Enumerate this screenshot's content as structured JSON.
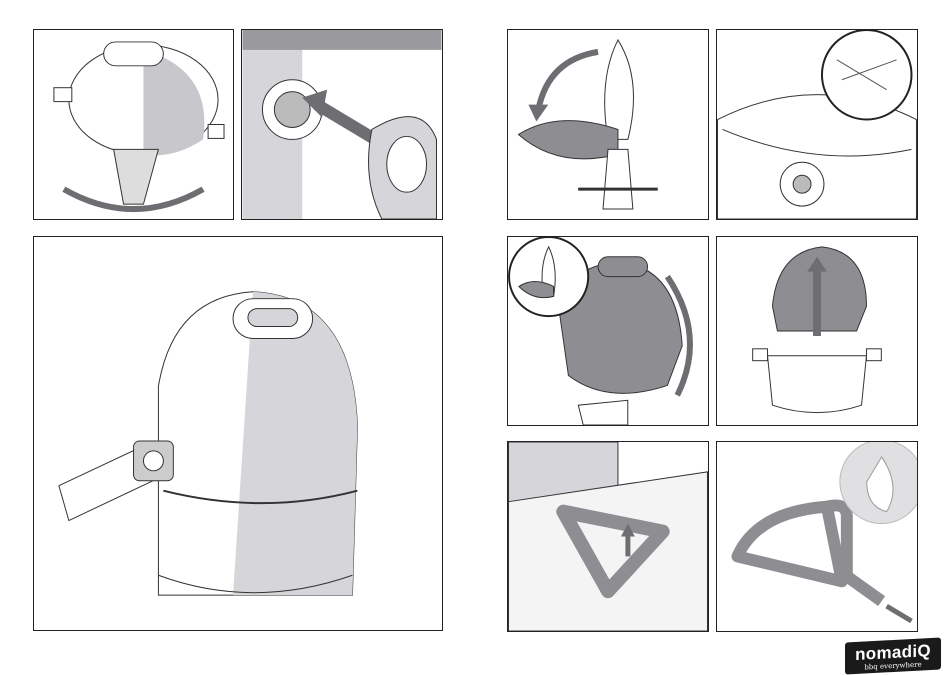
{
  "brand": {
    "name": "nomadiQ",
    "tagline": "bbq everywhere",
    "colors": {
      "logo_bg": "#1a1a1a",
      "shade": "#c8c8cc",
      "dark_shade": "#8e8e92",
      "arrow": "#6e6e72"
    }
  },
  "figures": [
    {
      "id": "rotate-grill-base"
    },
    {
      "id": "insert-regulator"
    },
    {
      "id": "grill-closed-side-view"
    },
    {
      "id": "fold-lid-rotation"
    },
    {
      "id": "gas-connection-detail"
    },
    {
      "id": "rotate-grill-body"
    },
    {
      "id": "lift-lid-off"
    },
    {
      "id": "remove-burner"
    },
    {
      "id": "clean-burner"
    }
  ]
}
